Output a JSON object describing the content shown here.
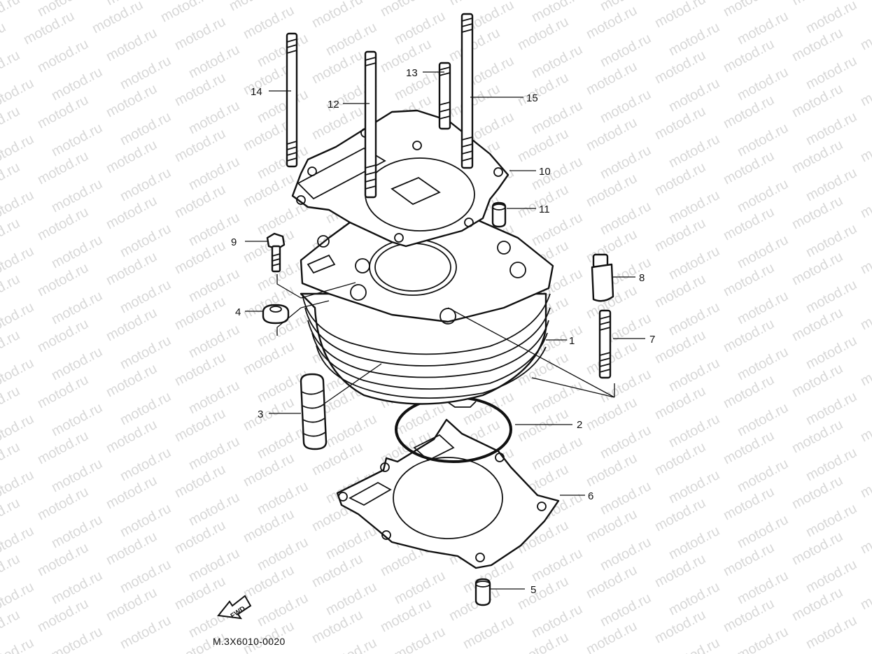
{
  "watermark": {
    "text": "motod.ru",
    "color": "#d8d8d8"
  },
  "callouts": [
    {
      "id": "c1",
      "label": "1"
    },
    {
      "id": "c2",
      "label": "2"
    },
    {
      "id": "c3",
      "label": "3"
    },
    {
      "id": "c4",
      "label": "4"
    },
    {
      "id": "c5",
      "label": "5"
    },
    {
      "id": "c6",
      "label": "6"
    },
    {
      "id": "c7",
      "label": "7"
    },
    {
      "id": "c8",
      "label": "8"
    },
    {
      "id": "c9",
      "label": "9"
    },
    {
      "id": "c10",
      "label": "10"
    },
    {
      "id": "c11",
      "label": "11"
    },
    {
      "id": "c12",
      "label": "12"
    },
    {
      "id": "c13",
      "label": "13"
    },
    {
      "id": "c14",
      "label": "14"
    },
    {
      "id": "c15",
      "label": "15"
    }
  ],
  "fwd_label": "FWD",
  "diagram_code": "M.3X6010-0020",
  "line_color": "#111111"
}
